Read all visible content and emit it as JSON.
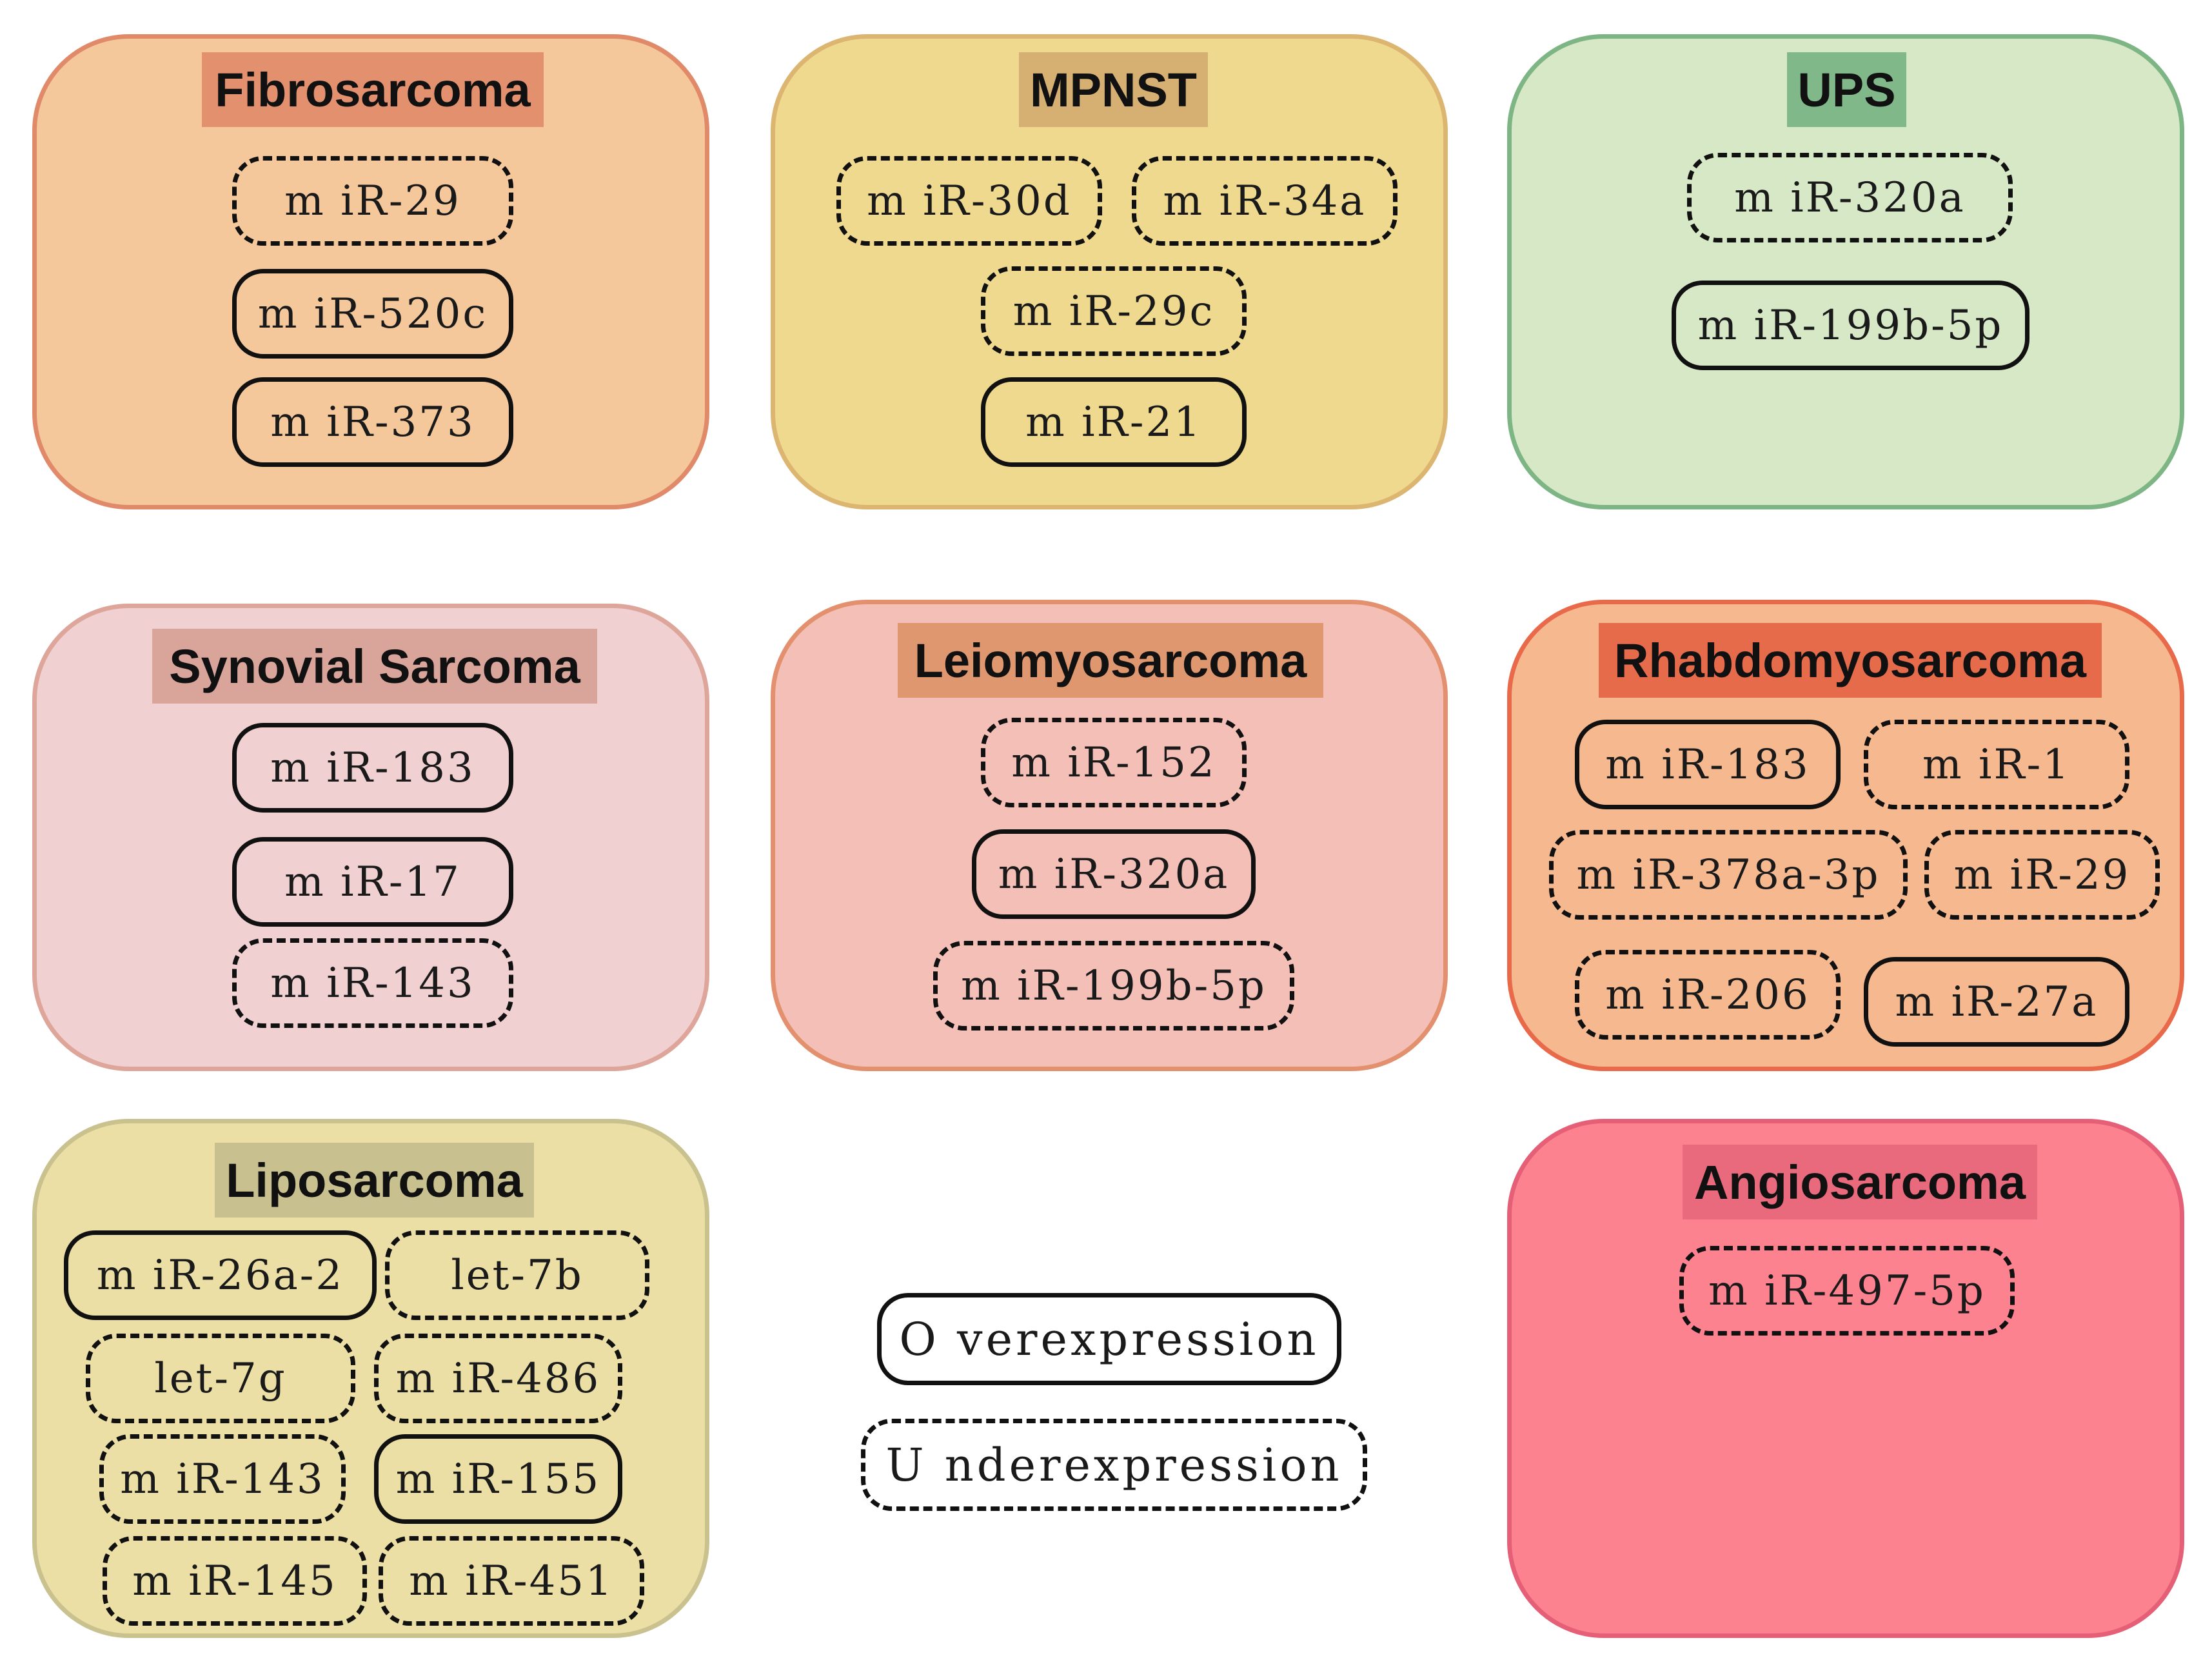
{
  "colors": {
    "fibrosarcoma": {
      "fill": "#f5c89c",
      "border": "#e08a6a",
      "title_bg": "#e3906e"
    },
    "mpnst": {
      "fill": "#efd98f",
      "border": "#dcb570",
      "title_bg": "#d6b073"
    },
    "ups": {
      "fill": "#d6e8c6",
      "border": "#7db584",
      "title_bg": "#80b889"
    },
    "synovial": {
      "fill": "#f0d0d0",
      "border": "#dea59a",
      "title_bg": "#d9a59b"
    },
    "leiomyosarcoma": {
      "fill": "#f4bfb6",
      "border": "#e3906e",
      "title_bg": "#de976e"
    },
    "rhabdomyosarcoma": {
      "fill": "#f6b98f",
      "border": "#e86a4a",
      "title_bg": "#e66b4b"
    },
    "liposarcoma": {
      "fill": "#ebdfa5",
      "border": "#c9c18e",
      "title_bg": "#c8c08f"
    },
    "angiosarcoma": {
      "fill": "#fd8290",
      "border": "#e56076",
      "title_bg": "#e86a7c"
    }
  },
  "panels": {
    "fibrosarcoma": {
      "title": "Fibrosarcoma",
      "items": [
        {
          "label": "m iR-29",
          "expression": "under"
        },
        {
          "label": "m iR-520c",
          "expression": "over"
        },
        {
          "label": "m iR-373",
          "expression": "over"
        }
      ]
    },
    "mpnst": {
      "title": "MPNST",
      "items": [
        {
          "label": "m iR-30d",
          "expression": "under"
        },
        {
          "label": "m iR-34a",
          "expression": "under"
        },
        {
          "label": "m iR-29c",
          "expression": "under"
        },
        {
          "label": "m iR-21",
          "expression": "over"
        }
      ]
    },
    "ups": {
      "title": "UPS",
      "items": [
        {
          "label": "m iR-320a",
          "expression": "under"
        },
        {
          "label": "m iR-199b-5p",
          "expression": "over"
        }
      ]
    },
    "synovial": {
      "title": "Synovial Sarcoma",
      "items": [
        {
          "label": "m iR-183",
          "expression": "over"
        },
        {
          "label": "m iR-17",
          "expression": "over"
        },
        {
          "label": "m iR-143",
          "expression": "under"
        }
      ]
    },
    "leiomyosarcoma": {
      "title": "Leiomyosarcoma",
      "items": [
        {
          "label": "m iR-152",
          "expression": "under"
        },
        {
          "label": "m iR-320a",
          "expression": "over"
        },
        {
          "label": "m iR-199b-5p",
          "expression": "under"
        }
      ]
    },
    "rhabdomyosarcoma": {
      "title": "Rhabdomyosarcoma",
      "items": [
        {
          "label": "m iR-183",
          "expression": "over"
        },
        {
          "label": "m iR-1",
          "expression": "under"
        },
        {
          "label": "m iR-378a-3p",
          "expression": "under"
        },
        {
          "label": "m iR-29",
          "expression": "under"
        },
        {
          "label": "m iR-206",
          "expression": "under"
        },
        {
          "label": "m iR-27a",
          "expression": "over"
        }
      ]
    },
    "liposarcoma": {
      "title": "Liposarcoma",
      "items": [
        {
          "label": "m iR-26a-2",
          "expression": "over"
        },
        {
          "label": "let-7b",
          "expression": "under"
        },
        {
          "label": "let-7g",
          "expression": "under"
        },
        {
          "label": "m iR-486",
          "expression": "under"
        },
        {
          "label": "m iR-143",
          "expression": "under"
        },
        {
          "label": "m iR-155",
          "expression": "over"
        },
        {
          "label": "m iR-145",
          "expression": "under"
        },
        {
          "label": "m iR-451",
          "expression": "under"
        }
      ]
    },
    "angiosarcoma": {
      "title": "Angiosarcoma",
      "items": [
        {
          "label": "m iR-497-5p",
          "expression": "under"
        }
      ]
    }
  },
  "legend": {
    "overexpression": "O verexpression",
    "underexpression": "U nderexpression"
  }
}
